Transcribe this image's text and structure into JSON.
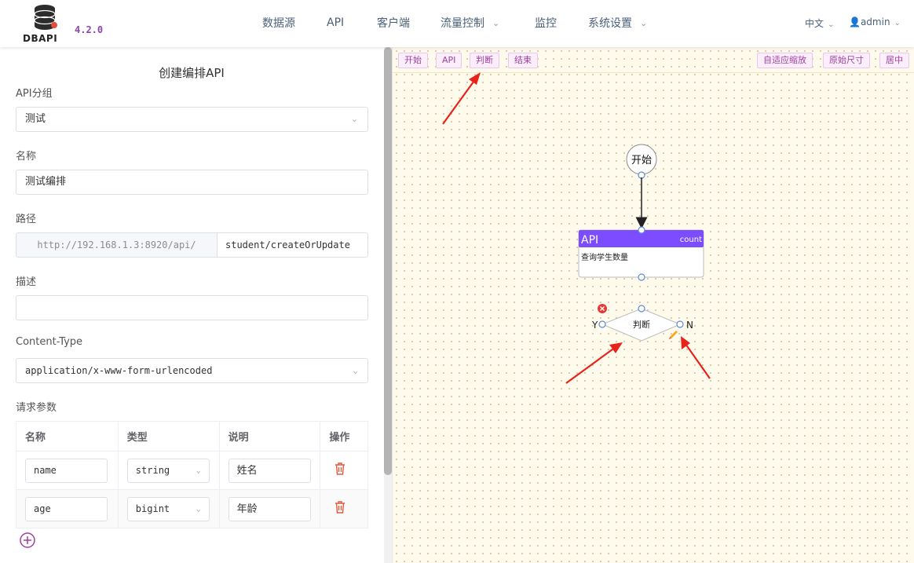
{
  "app": {
    "logo_text": "DBAPI",
    "version": "4.2.0",
    "nav": [
      {
        "label": "数据源",
        "dropdown": false
      },
      {
        "label": "API",
        "dropdown": false
      },
      {
        "label": "客户端",
        "dropdown": false
      },
      {
        "label": "流量控制",
        "dropdown": true
      },
      {
        "label": "监控",
        "dropdown": false
      },
      {
        "label": "系统设置",
        "dropdown": true
      }
    ],
    "language": "中文",
    "user": "admin"
  },
  "form": {
    "title": "创建编排API",
    "group_label": "API分组",
    "group_value": "测试",
    "name_label": "名称",
    "name_value": "测试编排",
    "path_label": "路径",
    "path_prefix": "http://192.168.1.3:8920/api/",
    "path_value": "student/createOrUpdate",
    "desc_label": "描述",
    "desc_value": "",
    "content_type_label": "Content-Type",
    "content_type_value": "application/x-www-form-urlencoded",
    "params_label": "请求参数",
    "params_columns": [
      "名称",
      "类型",
      "说明",
      "操作"
    ],
    "params": [
      {
        "name": "name",
        "type": "string",
        "desc": "姓名"
      },
      {
        "name": "age",
        "type": "bigint",
        "desc": "年龄"
      }
    ]
  },
  "canvas": {
    "toolbar_left": [
      "开始",
      "API",
      "判断",
      "结束"
    ],
    "toolbar_right": [
      "自适应缩放",
      "原始尺寸",
      "居中"
    ],
    "nodes": {
      "start_label": "开始",
      "api_title": "API",
      "api_tag": "count",
      "api_desc": "查询学生数量",
      "decision_label": "判断",
      "yes_label": "Y",
      "no_label": "N"
    },
    "colors": {
      "api_header": "#7c4dff",
      "toolbar_text": "#a23fa2",
      "arrow": "#e8231a"
    }
  }
}
